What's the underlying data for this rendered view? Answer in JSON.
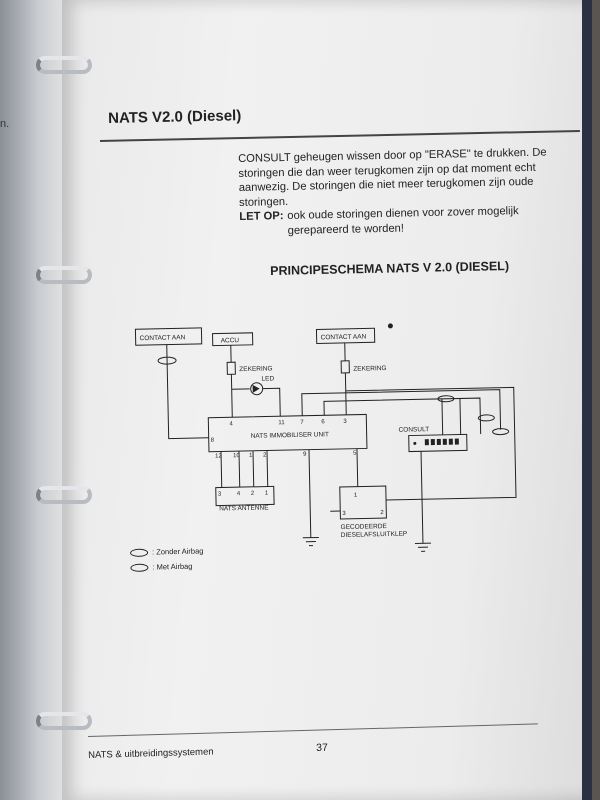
{
  "binder_edge_text": "n.",
  "header": {
    "title": "NATS V2.0 (Diesel)"
  },
  "body": {
    "paragraph": "CONSULT geheugen wissen door op \"ERASE\" te drukken. De storingen die dan weer terugkomen zijn op dat moment echt aanwezig. De storingen die niet meer terugkomen zijn oude storingen.",
    "letop_label": "LET OP:",
    "letop_text": "ook oude storingen dienen voor zover mogelijk gerepareerd te worden!"
  },
  "section_title": "PRINCIPESCHEMA NATS V 2.0 (DIESEL)",
  "diagram": {
    "contact_aan_left": "CONTACT AAN",
    "accu": "ACCU",
    "contact_aan_right": "CONTACT AAN",
    "zekering_left": "ZEKERING",
    "led": "LED",
    "zekering_right": "ZEKERING",
    "nats_unit": "NATS IMMOBILISER UNIT",
    "consult": "CONSULT",
    "nats_antenne": "NATS ANTENNE",
    "gecodeerde_1": "GECODEERDE",
    "gecodeerde_2": "DIESELAFSLUITKLEP",
    "pins": {
      "p4": "4",
      "p11": "11",
      "p7": "7",
      "p6": "6",
      "p3": "3",
      "p8": "8",
      "p12": "12",
      "p10": "10",
      "p1": "1",
      "p2": "2",
      "p9": "9",
      "p5": "5"
    },
    "antenne_pins": {
      "a3": "3",
      "a4": "4",
      "a2": "2",
      "a1": "1"
    },
    "valve_pins": {
      "v1": "1",
      "v3": "3",
      "v2": "2"
    }
  },
  "legend": {
    "zonder": ": Zonder Airbag",
    "met": ": Met Airbag"
  },
  "footer": {
    "left": "NATS & uitbreidingssystemen",
    "page": "37"
  }
}
